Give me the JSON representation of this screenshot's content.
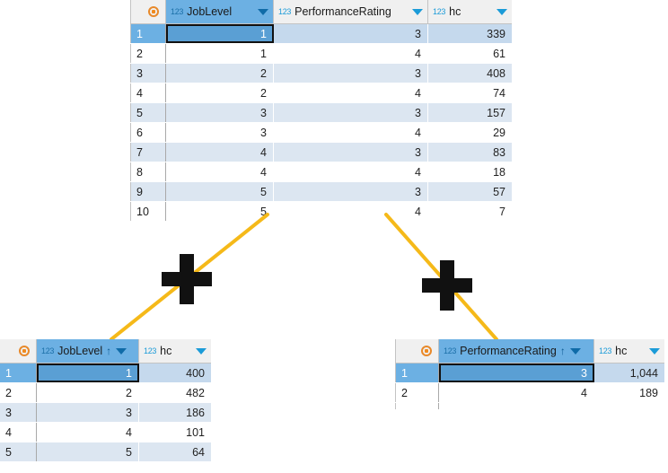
{
  "colors": {
    "accent_blue": "#6cb0e3",
    "selected_cell": "#5a9fd4",
    "alt_row": "#dce6f1",
    "selected_row": "#c5d9ed",
    "header_bg": "#f0f0f0",
    "connector_line": "#f5b919",
    "type_tag": "#1b9bd8",
    "target_icon": "#f08a1e"
  },
  "icons": {
    "target": "target-icon",
    "dropdown": "chevron-down-icon",
    "sort_ascending": "↑",
    "numeric_type": "123",
    "plus": "plus-icon"
  },
  "source_table": {
    "columns": [
      {
        "name": "JobLevel",
        "type": "123",
        "selected": true,
        "sorted": false
      },
      {
        "name": "PerformanceRating",
        "type": "123",
        "selected": false,
        "sorted": false
      },
      {
        "name": "hc",
        "type": "123",
        "selected": false,
        "sorted": false
      }
    ],
    "rows": [
      {
        "n": "1",
        "JobLevel": "1",
        "PerformanceRating": "3",
        "hc": "339"
      },
      {
        "n": "2",
        "JobLevel": "1",
        "PerformanceRating": "4",
        "hc": "61"
      },
      {
        "n": "3",
        "JobLevel": "2",
        "PerformanceRating": "3",
        "hc": "408"
      },
      {
        "n": "4",
        "JobLevel": "2",
        "PerformanceRating": "4",
        "hc": "74"
      },
      {
        "n": "5",
        "JobLevel": "3",
        "PerformanceRating": "3",
        "hc": "157"
      },
      {
        "n": "6",
        "JobLevel": "3",
        "PerformanceRating": "4",
        "hc": "29"
      },
      {
        "n": "7",
        "JobLevel": "4",
        "PerformanceRating": "3",
        "hc": "83"
      },
      {
        "n": "8",
        "JobLevel": "4",
        "PerformanceRating": "4",
        "hc": "18"
      },
      {
        "n": "9",
        "JobLevel": "5",
        "PerformanceRating": "3",
        "hc": "57"
      },
      {
        "n": "10",
        "JobLevel": "5",
        "PerformanceRating": "4",
        "hc": "7"
      }
    ]
  },
  "joblevel_table": {
    "columns": [
      {
        "name": "JobLevel",
        "type": "123",
        "selected": true,
        "sorted": true
      },
      {
        "name": "hc",
        "type": "123",
        "selected": false,
        "sorted": false
      }
    ],
    "rows": [
      {
        "n": "1",
        "JobLevel": "1",
        "hc": "400"
      },
      {
        "n": "2",
        "JobLevel": "2",
        "hc": "482"
      },
      {
        "n": "3",
        "JobLevel": "3",
        "hc": "186"
      },
      {
        "n": "4",
        "JobLevel": "4",
        "hc": "101"
      },
      {
        "n": "5",
        "JobLevel": "5",
        "hc": "64"
      }
    ]
  },
  "performance_table": {
    "columns": [
      {
        "name": "PerformanceRating",
        "type": "123",
        "selected": true,
        "sorted": true
      },
      {
        "name": "hc",
        "type": "123",
        "selected": false,
        "sorted": false
      }
    ],
    "rows": [
      {
        "n": "1",
        "PerformanceRating": "3",
        "hc": "1,044"
      },
      {
        "n": "2",
        "PerformanceRating": "4",
        "hc": "189"
      }
    ]
  }
}
